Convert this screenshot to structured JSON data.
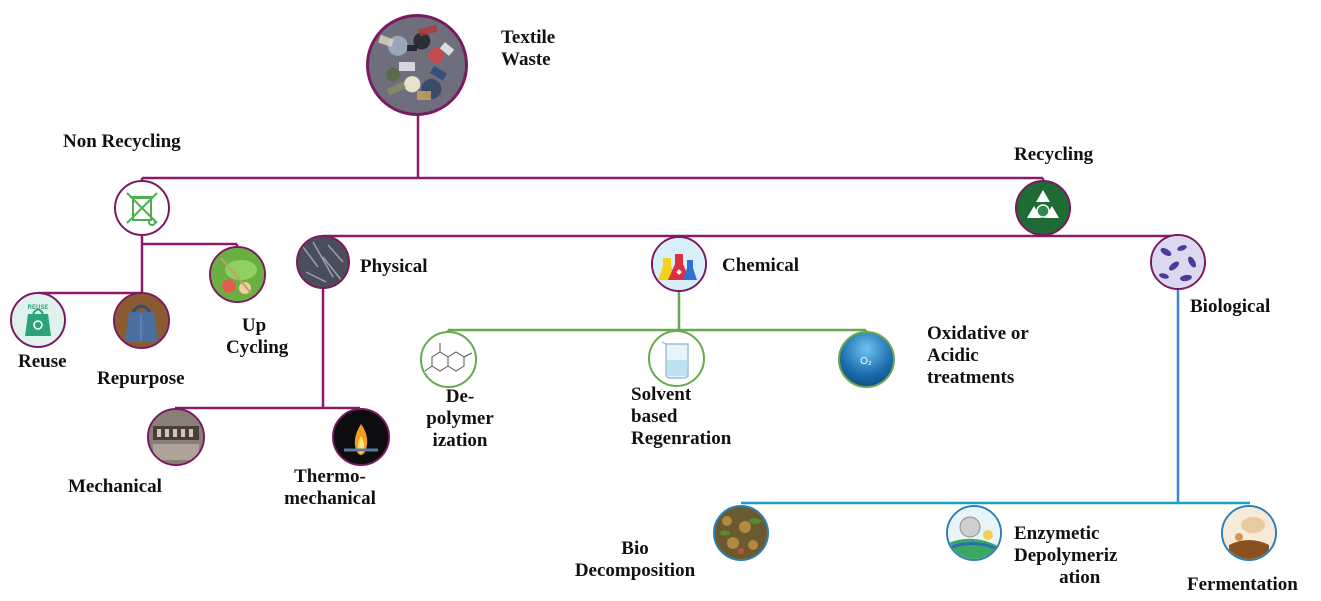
{
  "title_lines": [
    "Textile",
    "Waste"
  ],
  "non_recycling": {
    "label": "Non Recycling",
    "children": {
      "reuse": {
        "label": "Reuse",
        "badge": "REUSE"
      },
      "repurpose": {
        "label": "Repurpose"
      },
      "upcycling": {
        "lines": [
          "Up",
          "Cycling"
        ]
      }
    }
  },
  "recycling": {
    "label": "Recycling",
    "physical": {
      "label": "Physical",
      "children": {
        "mechanical": {
          "label": "Mechanical"
        },
        "thermo": {
          "lines": [
            "Thermo-",
            "mechanical"
          ]
        }
      }
    },
    "chemical": {
      "label": "Chemical",
      "children": {
        "depoly": {
          "lines": [
            "De-",
            "polymer",
            "ization"
          ]
        },
        "solvent": {
          "lines": [
            "Solvent",
            "based",
            "Regenration"
          ]
        },
        "oxidative": {
          "lines": [
            "Oxidative or",
            "Acidic",
            "treatments"
          ],
          "icon_text": "O₂"
        }
      }
    },
    "biological": {
      "label": "Biological",
      "children": {
        "biodecomp": {
          "lines": [
            "Bio",
            "Decomposition"
          ]
        },
        "enzymatic": {
          "lines": [
            "Enzymetic",
            "Depolymeriz",
            "ation"
          ]
        },
        "fermentation": {
          "label": "Fermentation"
        }
      }
    }
  },
  "colors": {
    "purple_line": "#8b1a6b",
    "green_line": "#6aa84f",
    "blue_line": "#3d85c6",
    "cyan_line": "#1aa0c8",
    "node_border_purple": "#7a1a60",
    "node_border_blue": "#2f7fb7"
  }
}
